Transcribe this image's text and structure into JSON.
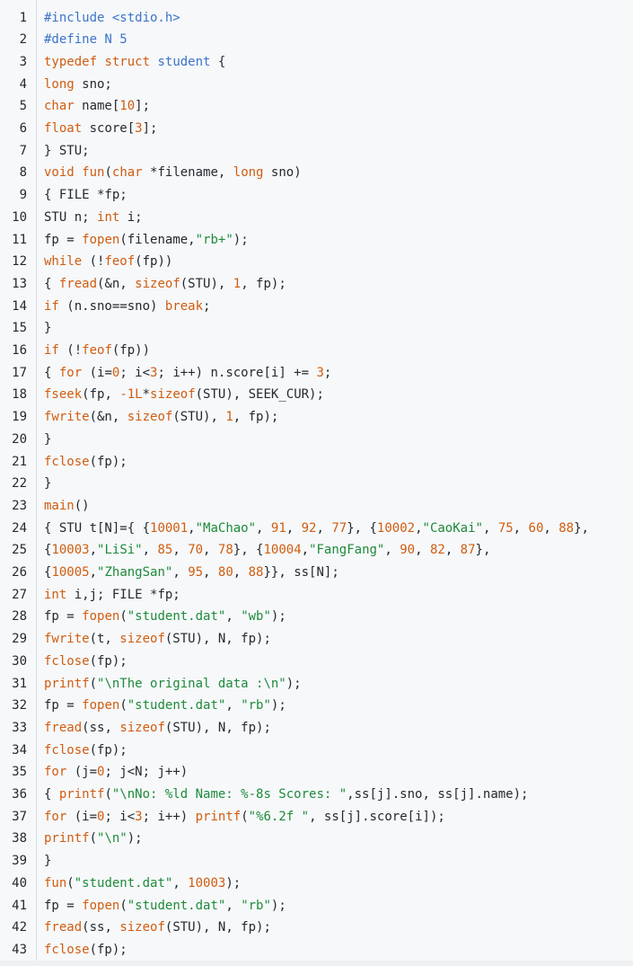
{
  "lines": [
    {
      "n": "1",
      "parts": [
        [
          "pp",
          "#include <stdio.h>"
        ]
      ]
    },
    {
      "n": "2",
      "parts": [
        [
          "pp",
          "#define N 5"
        ]
      ]
    },
    {
      "n": "3",
      "parts": [
        [
          "kw",
          "typedef"
        ],
        [
          "",
          " "
        ],
        [
          "kw",
          "struct"
        ],
        [
          "",
          " "
        ],
        [
          "ty",
          "student"
        ],
        [
          "",
          " {"
        ]
      ]
    },
    {
      "n": "4",
      "parts": [
        [
          "kw",
          "long"
        ],
        [
          "",
          " sno;"
        ]
      ]
    },
    {
      "n": "5",
      "parts": [
        [
          "kw",
          "char"
        ],
        [
          "",
          " name["
        ],
        [
          "num",
          "10"
        ],
        [
          "",
          "];"
        ]
      ]
    },
    {
      "n": "6",
      "parts": [
        [
          "kw",
          "float"
        ],
        [
          "",
          " score["
        ],
        [
          "num",
          "3"
        ],
        [
          "",
          "];"
        ]
      ]
    },
    {
      "n": "7",
      "parts": [
        [
          "",
          "} STU;"
        ]
      ]
    },
    {
      "n": "8",
      "parts": [
        [
          "kw",
          "void"
        ],
        [
          "",
          " "
        ],
        [
          "fn",
          "fun"
        ],
        [
          "",
          "("
        ],
        [
          "kw",
          "char"
        ],
        [
          "",
          " *filename, "
        ],
        [
          "kw",
          "long"
        ],
        [
          "",
          " sno)"
        ]
      ]
    },
    {
      "n": "9",
      "parts": [
        [
          "",
          "{ FILE *fp;"
        ]
      ]
    },
    {
      "n": "10",
      "parts": [
        [
          "",
          "STU n; "
        ],
        [
          "kw",
          "int"
        ],
        [
          "",
          " i;"
        ]
      ]
    },
    {
      "n": "11",
      "parts": [
        [
          "",
          "fp = "
        ],
        [
          "fn",
          "fopen"
        ],
        [
          "",
          "(filename,"
        ],
        [
          "str",
          "\"rb+\""
        ],
        [
          "",
          ");"
        ]
      ]
    },
    {
      "n": "12",
      "parts": [
        [
          "kw",
          "while"
        ],
        [
          "",
          " (!"
        ],
        [
          "fn",
          "feof"
        ],
        [
          "",
          "(fp))"
        ]
      ]
    },
    {
      "n": "13",
      "parts": [
        [
          "",
          "{ "
        ],
        [
          "fn",
          "fread"
        ],
        [
          "",
          "(&n, "
        ],
        [
          "kw",
          "sizeof"
        ],
        [
          "",
          "(STU), "
        ],
        [
          "num",
          "1"
        ],
        [
          "",
          ", fp);"
        ]
      ]
    },
    {
      "n": "14",
      "parts": [
        [
          "kw",
          "if"
        ],
        [
          "",
          " (n.sno==sno) "
        ],
        [
          "kw",
          "break"
        ],
        [
          "",
          ";"
        ]
      ]
    },
    {
      "n": "15",
      "parts": [
        [
          "",
          "}"
        ]
      ]
    },
    {
      "n": "16",
      "parts": [
        [
          "kw",
          "if"
        ],
        [
          "",
          " (!"
        ],
        [
          "fn",
          "feof"
        ],
        [
          "",
          "(fp))"
        ]
      ]
    },
    {
      "n": "17",
      "parts": [
        [
          "",
          "{ "
        ],
        [
          "kw",
          "for"
        ],
        [
          "",
          " (i="
        ],
        [
          "num",
          "0"
        ],
        [
          "",
          "; i<"
        ],
        [
          "num",
          "3"
        ],
        [
          "",
          "; i++) n.score[i] += "
        ],
        [
          "num",
          "3"
        ],
        [
          "",
          ";"
        ]
      ]
    },
    {
      "n": "18",
      "parts": [
        [
          "fn",
          "fseek"
        ],
        [
          "",
          "(fp, "
        ],
        [
          "num",
          "-1L"
        ],
        [
          "",
          "*"
        ],
        [
          "kw",
          "sizeof"
        ],
        [
          "",
          "(STU), SEEK_CUR);"
        ]
      ]
    },
    {
      "n": "19",
      "parts": [
        [
          "fn",
          "fwrite"
        ],
        [
          "",
          "(&n, "
        ],
        [
          "kw",
          "sizeof"
        ],
        [
          "",
          "(STU), "
        ],
        [
          "num",
          "1"
        ],
        [
          "",
          ", fp);"
        ]
      ]
    },
    {
      "n": "20",
      "parts": [
        [
          "",
          "}"
        ]
      ]
    },
    {
      "n": "21",
      "parts": [
        [
          "fn",
          "fclose"
        ],
        [
          "",
          "(fp);"
        ]
      ]
    },
    {
      "n": "22",
      "parts": [
        [
          "",
          "}"
        ]
      ]
    },
    {
      "n": "23",
      "parts": [
        [
          "fn",
          "main"
        ],
        [
          "",
          "()"
        ]
      ]
    },
    {
      "n": "24",
      "parts": [
        [
          "",
          "{ STU t[N]={ {"
        ],
        [
          "num",
          "10001"
        ],
        [
          "",
          ","
        ],
        [
          "str",
          "\"MaChao\""
        ],
        [
          "",
          ", "
        ],
        [
          "num",
          "91"
        ],
        [
          "",
          ", "
        ],
        [
          "num",
          "92"
        ],
        [
          "",
          ", "
        ],
        [
          "num",
          "77"
        ],
        [
          "",
          "}, {"
        ],
        [
          "num",
          "10002"
        ],
        [
          "",
          ","
        ],
        [
          "str",
          "\"CaoKai\""
        ],
        [
          "",
          ", "
        ],
        [
          "num",
          "75"
        ],
        [
          "",
          ", "
        ],
        [
          "num",
          "60"
        ],
        [
          "",
          ", "
        ],
        [
          "num",
          "88"
        ],
        [
          "",
          "},"
        ]
      ]
    },
    {
      "n": "25",
      "parts": [
        [
          "",
          "{"
        ],
        [
          "num",
          "10003"
        ],
        [
          "",
          ","
        ],
        [
          "str",
          "\"LiSi\""
        ],
        [
          "",
          ", "
        ],
        [
          "num",
          "85"
        ],
        [
          "",
          ", "
        ],
        [
          "num",
          "70"
        ],
        [
          "",
          ", "
        ],
        [
          "num",
          "78"
        ],
        [
          "",
          "}, {"
        ],
        [
          "num",
          "10004"
        ],
        [
          "",
          ","
        ],
        [
          "str",
          "\"FangFang\""
        ],
        [
          "",
          ", "
        ],
        [
          "num",
          "90"
        ],
        [
          "",
          ", "
        ],
        [
          "num",
          "82"
        ],
        [
          "",
          ", "
        ],
        [
          "num",
          "87"
        ],
        [
          "",
          "},"
        ]
      ]
    },
    {
      "n": "26",
      "parts": [
        [
          "",
          "{"
        ],
        [
          "num",
          "10005"
        ],
        [
          "",
          ","
        ],
        [
          "str",
          "\"ZhangSan\""
        ],
        [
          "",
          ", "
        ],
        [
          "num",
          "95"
        ],
        [
          "",
          ", "
        ],
        [
          "num",
          "80"
        ],
        [
          "",
          ", "
        ],
        [
          "num",
          "88"
        ],
        [
          "",
          "}}, ss[N];"
        ]
      ]
    },
    {
      "n": "27",
      "parts": [
        [
          "kw",
          "int"
        ],
        [
          "",
          " i,j; FILE *fp;"
        ]
      ]
    },
    {
      "n": "28",
      "parts": [
        [
          "",
          "fp = "
        ],
        [
          "fn",
          "fopen"
        ],
        [
          "",
          "("
        ],
        [
          "str",
          "\"student.dat\""
        ],
        [
          "",
          ", "
        ],
        [
          "str",
          "\"wb\""
        ],
        [
          "",
          ");"
        ]
      ]
    },
    {
      "n": "29",
      "parts": [
        [
          "fn",
          "fwrite"
        ],
        [
          "",
          "(t, "
        ],
        [
          "kw",
          "sizeof"
        ],
        [
          "",
          "(STU), N, fp);"
        ]
      ]
    },
    {
      "n": "30",
      "parts": [
        [
          "fn",
          "fclose"
        ],
        [
          "",
          "(fp);"
        ]
      ]
    },
    {
      "n": "31",
      "parts": [
        [
          "fn",
          "printf"
        ],
        [
          "",
          "("
        ],
        [
          "str",
          "\"\\nThe original data :\\n\""
        ],
        [
          "",
          ");"
        ]
      ]
    },
    {
      "n": "32",
      "parts": [
        [
          "",
          "fp = "
        ],
        [
          "fn",
          "fopen"
        ],
        [
          "",
          "("
        ],
        [
          "str",
          "\"student.dat\""
        ],
        [
          "",
          ", "
        ],
        [
          "str",
          "\"rb\""
        ],
        [
          "",
          ");"
        ]
      ]
    },
    {
      "n": "33",
      "parts": [
        [
          "fn",
          "fread"
        ],
        [
          "",
          "(ss, "
        ],
        [
          "kw",
          "sizeof"
        ],
        [
          "",
          "(STU), N, fp);"
        ]
      ]
    },
    {
      "n": "34",
      "parts": [
        [
          "fn",
          "fclose"
        ],
        [
          "",
          "(fp);"
        ]
      ]
    },
    {
      "n": "35",
      "parts": [
        [
          "kw",
          "for"
        ],
        [
          "",
          " (j="
        ],
        [
          "num",
          "0"
        ],
        [
          "",
          "; j<N; j++)"
        ]
      ]
    },
    {
      "n": "36",
      "parts": [
        [
          "",
          "{ "
        ],
        [
          "fn",
          "printf"
        ],
        [
          "",
          "("
        ],
        [
          "str",
          "\"\\nNo: %ld Name: %-8s Scores: \""
        ],
        [
          "",
          ",ss[j].sno, ss[j].name);"
        ]
      ]
    },
    {
      "n": "37",
      "parts": [
        [
          "kw",
          "for"
        ],
        [
          "",
          " (i="
        ],
        [
          "num",
          "0"
        ],
        [
          "",
          "; i<"
        ],
        [
          "num",
          "3"
        ],
        [
          "",
          "; i++) "
        ],
        [
          "fn",
          "printf"
        ],
        [
          "",
          "("
        ],
        [
          "str",
          "\"%6.2f \""
        ],
        [
          "",
          ", ss[j].score[i]);"
        ]
      ]
    },
    {
      "n": "38",
      "parts": [
        [
          "fn",
          "printf"
        ],
        [
          "",
          "("
        ],
        [
          "str",
          "\"\\n\""
        ],
        [
          "",
          ");"
        ]
      ]
    },
    {
      "n": "39",
      "parts": [
        [
          "",
          "}"
        ]
      ]
    },
    {
      "n": "40",
      "parts": [
        [
          "fn",
          "fun"
        ],
        [
          "",
          "("
        ],
        [
          "str",
          "\"student.dat\""
        ],
        [
          "",
          ", "
        ],
        [
          "num",
          "10003"
        ],
        [
          "",
          ");"
        ]
      ]
    },
    {
      "n": "41",
      "parts": [
        [
          "",
          "fp = "
        ],
        [
          "fn",
          "fopen"
        ],
        [
          "",
          "("
        ],
        [
          "str",
          "\"student.dat\""
        ],
        [
          "",
          ", "
        ],
        [
          "str",
          "\"rb\""
        ],
        [
          "",
          ");"
        ]
      ]
    },
    {
      "n": "42",
      "parts": [
        [
          "fn",
          "fread"
        ],
        [
          "",
          "(ss, "
        ],
        [
          "kw",
          "sizeof"
        ],
        [
          "",
          "(STU), N, fp);"
        ]
      ]
    },
    {
      "n": "43",
      "parts": [
        [
          "fn",
          "fclose"
        ],
        [
          "",
          "(fp);"
        ]
      ]
    }
  ]
}
